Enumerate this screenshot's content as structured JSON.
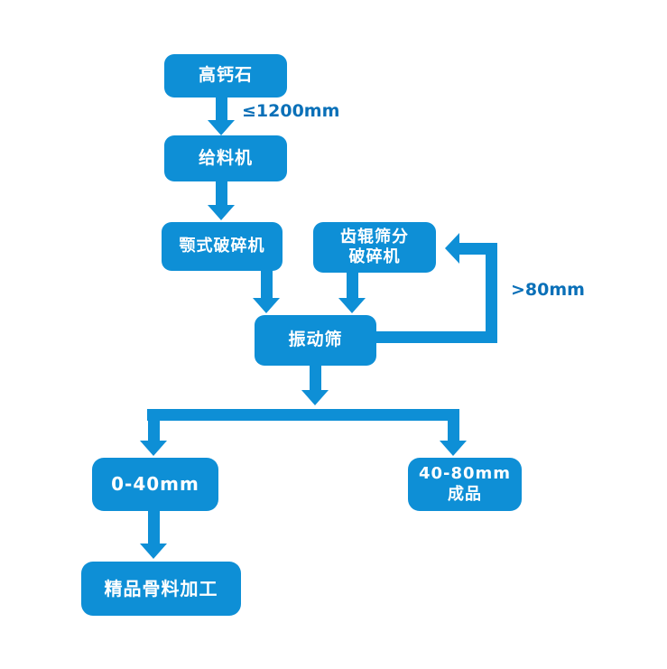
{
  "diagram": {
    "type": "flowchart",
    "background_color": "#ffffff",
    "node_fill_color": "#0E8FD6",
    "node_text_color": "#ffffff",
    "edge_label_color": "#0A70B8",
    "nodes": [
      {
        "id": "raw-material",
        "label": "高钙石"
      },
      {
        "id": "feeder",
        "label": "给料机"
      },
      {
        "id": "jaw-crusher",
        "label": "颚式破碎机"
      },
      {
        "id": "toothed-roller-crusher",
        "label": "齿辊筛分\n破碎机"
      },
      {
        "id": "vibrating-screen",
        "label": "振动筛"
      },
      {
        "id": "product-0-40mm",
        "label": "0-40mm"
      },
      {
        "id": "product-40-80mm",
        "label": "40-80mm\n成品"
      },
      {
        "id": "fine-aggregate-processing",
        "label": "精品骨料加工"
      }
    ],
    "edges": [
      {
        "from": "raw-material",
        "to": "feeder",
        "label": "≤1200mm"
      },
      {
        "from": "feeder",
        "to": "jaw-crusher",
        "label": ""
      },
      {
        "from": "jaw-crusher",
        "to": "vibrating-screen",
        "label": ""
      },
      {
        "from": "toothed-roller-crusher",
        "to": "vibrating-screen",
        "label": ""
      },
      {
        "from": "vibrating-screen",
        "to": "toothed-roller-crusher",
        "label": ">80mm"
      },
      {
        "from": "vibrating-screen",
        "to": "product-0-40mm",
        "label": ""
      },
      {
        "from": "vibrating-screen",
        "to": "product-40-80mm",
        "label": ""
      },
      {
        "from": "product-0-40mm",
        "to": "fine-aggregate-processing",
        "label": ""
      }
    ]
  }
}
